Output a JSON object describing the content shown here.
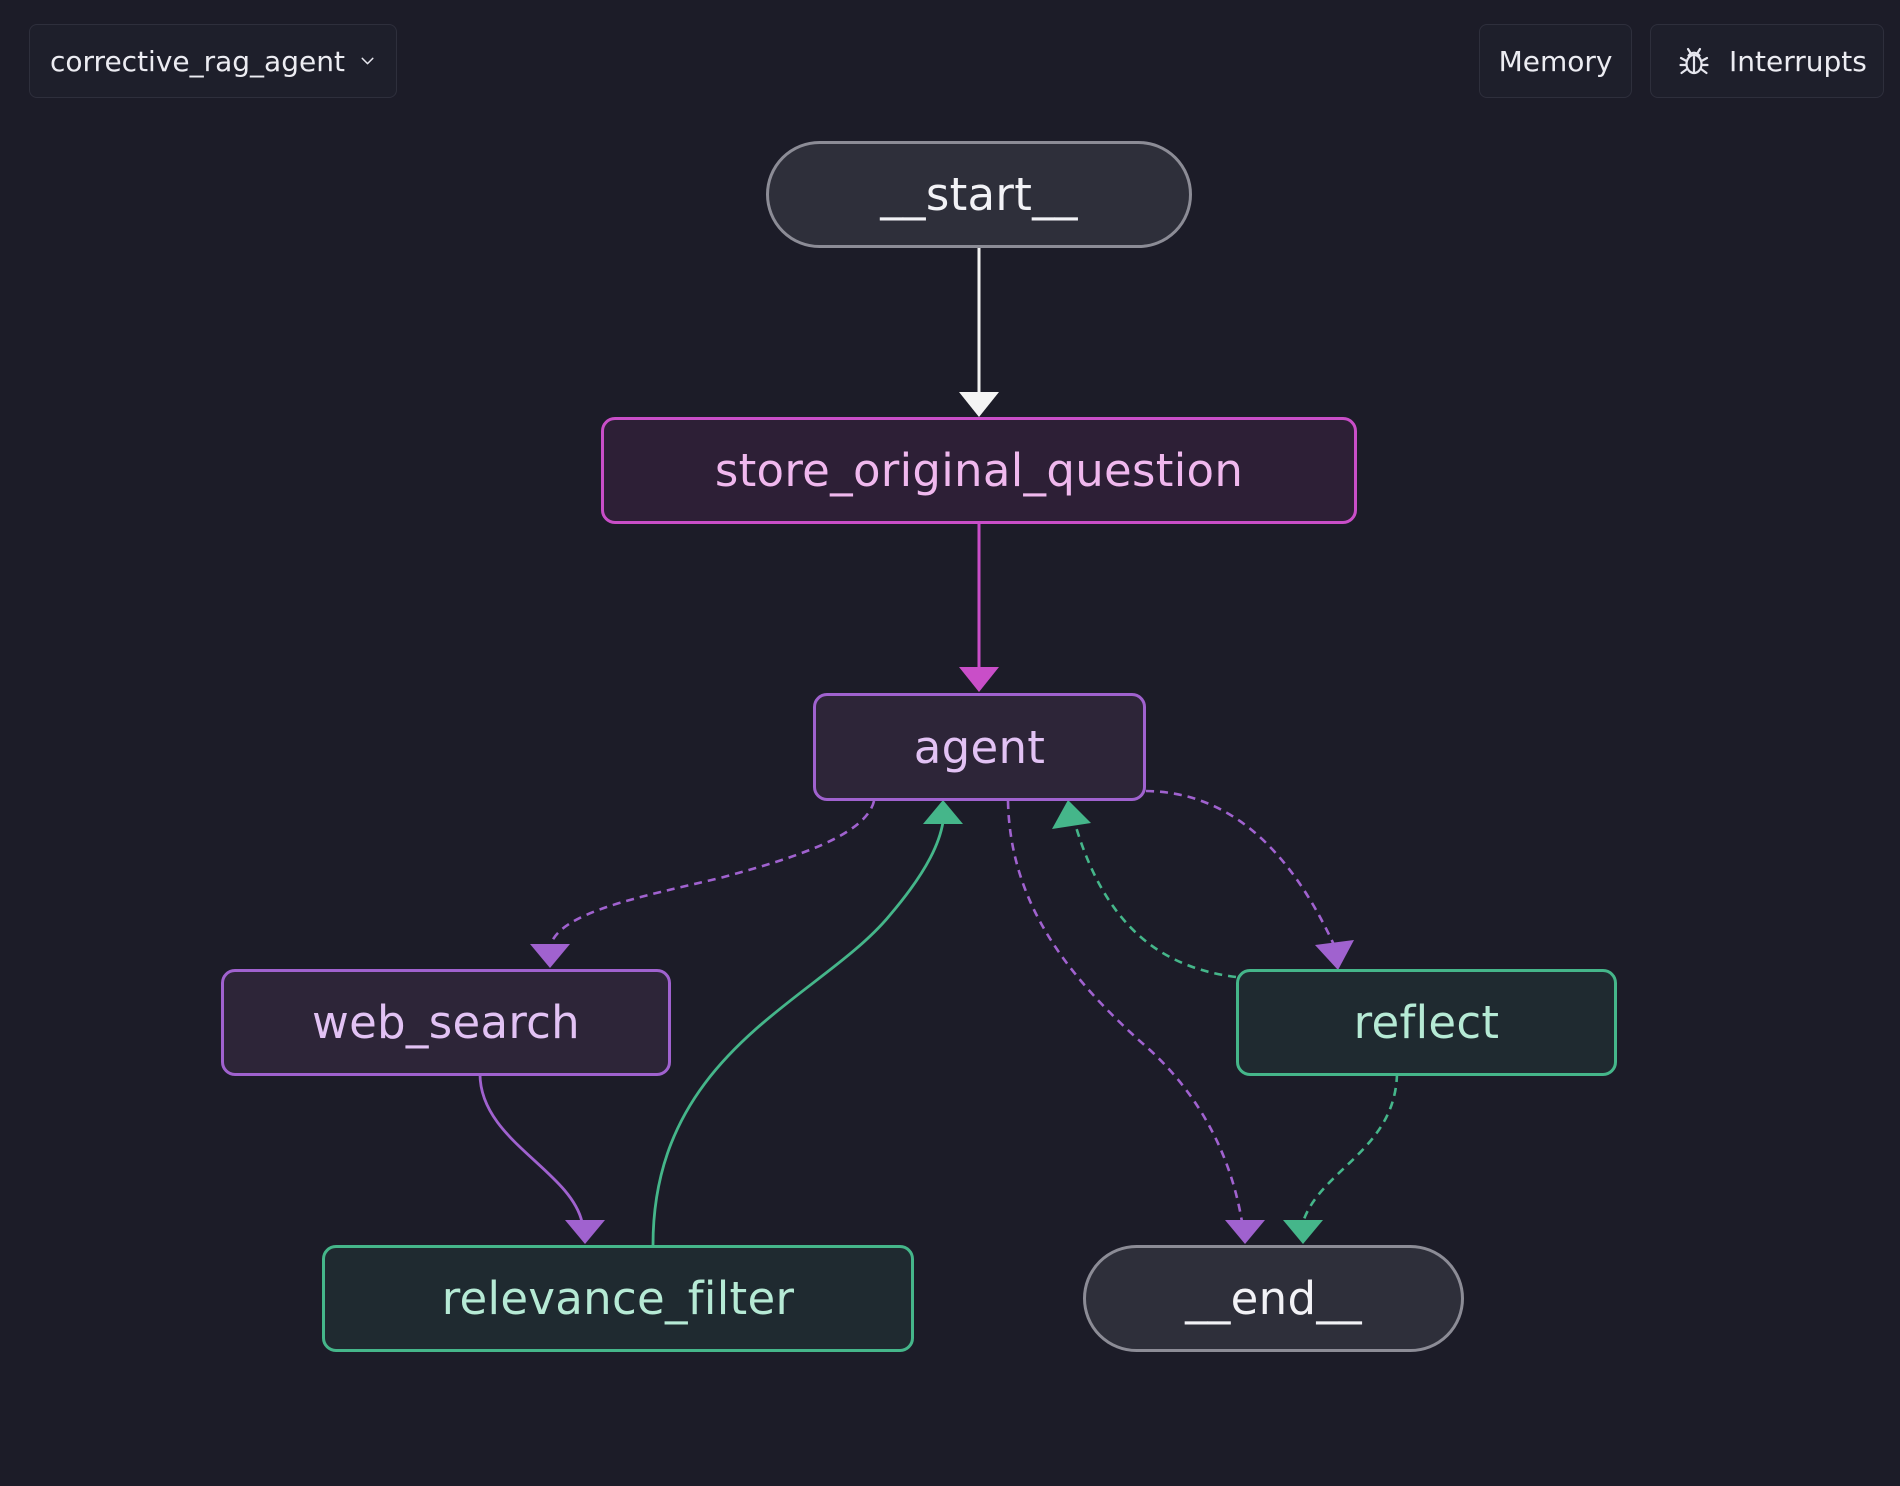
{
  "toolbar": {
    "graph_selector": "corrective_rag_agent",
    "memory_label": "Memory",
    "interrupts_label": "Interrupts"
  },
  "icons": {
    "dropdown": "chevron-down-icon",
    "interrupts": "bug-icon"
  },
  "colors": {
    "background": "#1c1c28",
    "pink": "#c94ec8",
    "purple": "#a062cf",
    "green": "#45b68a",
    "white": "#f2f2f2"
  },
  "nodes": {
    "start": "__start__",
    "store_original_question": "store_original_question",
    "agent": "agent",
    "web_search": "web_search",
    "reflect": "reflect",
    "relevance_filter": "relevance_filter",
    "end": "__end__"
  },
  "edges": [
    {
      "from": "__start__",
      "to": "store_original_question",
      "style": "solid"
    },
    {
      "from": "store_original_question",
      "to": "agent",
      "style": "solid"
    },
    {
      "from": "agent",
      "to": "web_search",
      "style": "dashed"
    },
    {
      "from": "agent",
      "to": "reflect",
      "style": "dashed"
    },
    {
      "from": "agent",
      "to": "__end__",
      "style": "dashed"
    },
    {
      "from": "web_search",
      "to": "relevance_filter",
      "style": "solid"
    },
    {
      "from": "relevance_filter",
      "to": "agent",
      "style": "solid"
    },
    {
      "from": "reflect",
      "to": "agent",
      "style": "dashed"
    },
    {
      "from": "reflect",
      "to": "__end__",
      "style": "dashed"
    }
  ]
}
